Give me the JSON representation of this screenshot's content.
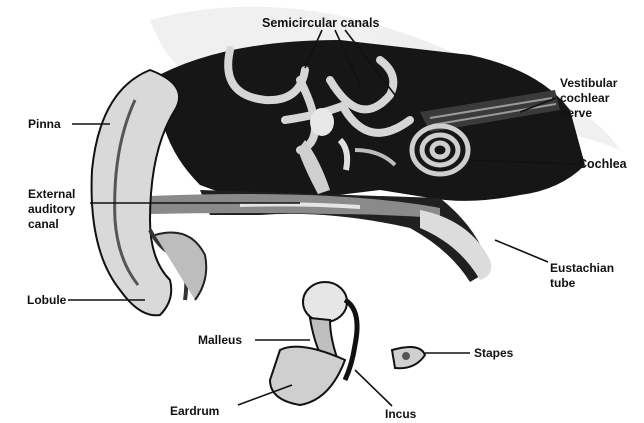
{
  "diagram": {
    "labels": {
      "semicircular_canals": "Semicircular canals",
      "pinna": "Pinna",
      "vestibular_nerve_line1": "Vestibular",
      "vestibular_nerve_line2": "cochlear",
      "vestibular_nerve_line3": "nerve",
      "cochlea": "Cochlea",
      "external_canal_line1": "External",
      "external_canal_line2": "auditory",
      "external_canal_line3": "canal",
      "eustachian_line1": "Eustachian",
      "eustachian_line2": "tube",
      "lobule": "Lobule",
      "malleus": "Malleus",
      "stapes": "Stapes",
      "eardrum": "Eardrum",
      "incus": "Incus"
    }
  }
}
